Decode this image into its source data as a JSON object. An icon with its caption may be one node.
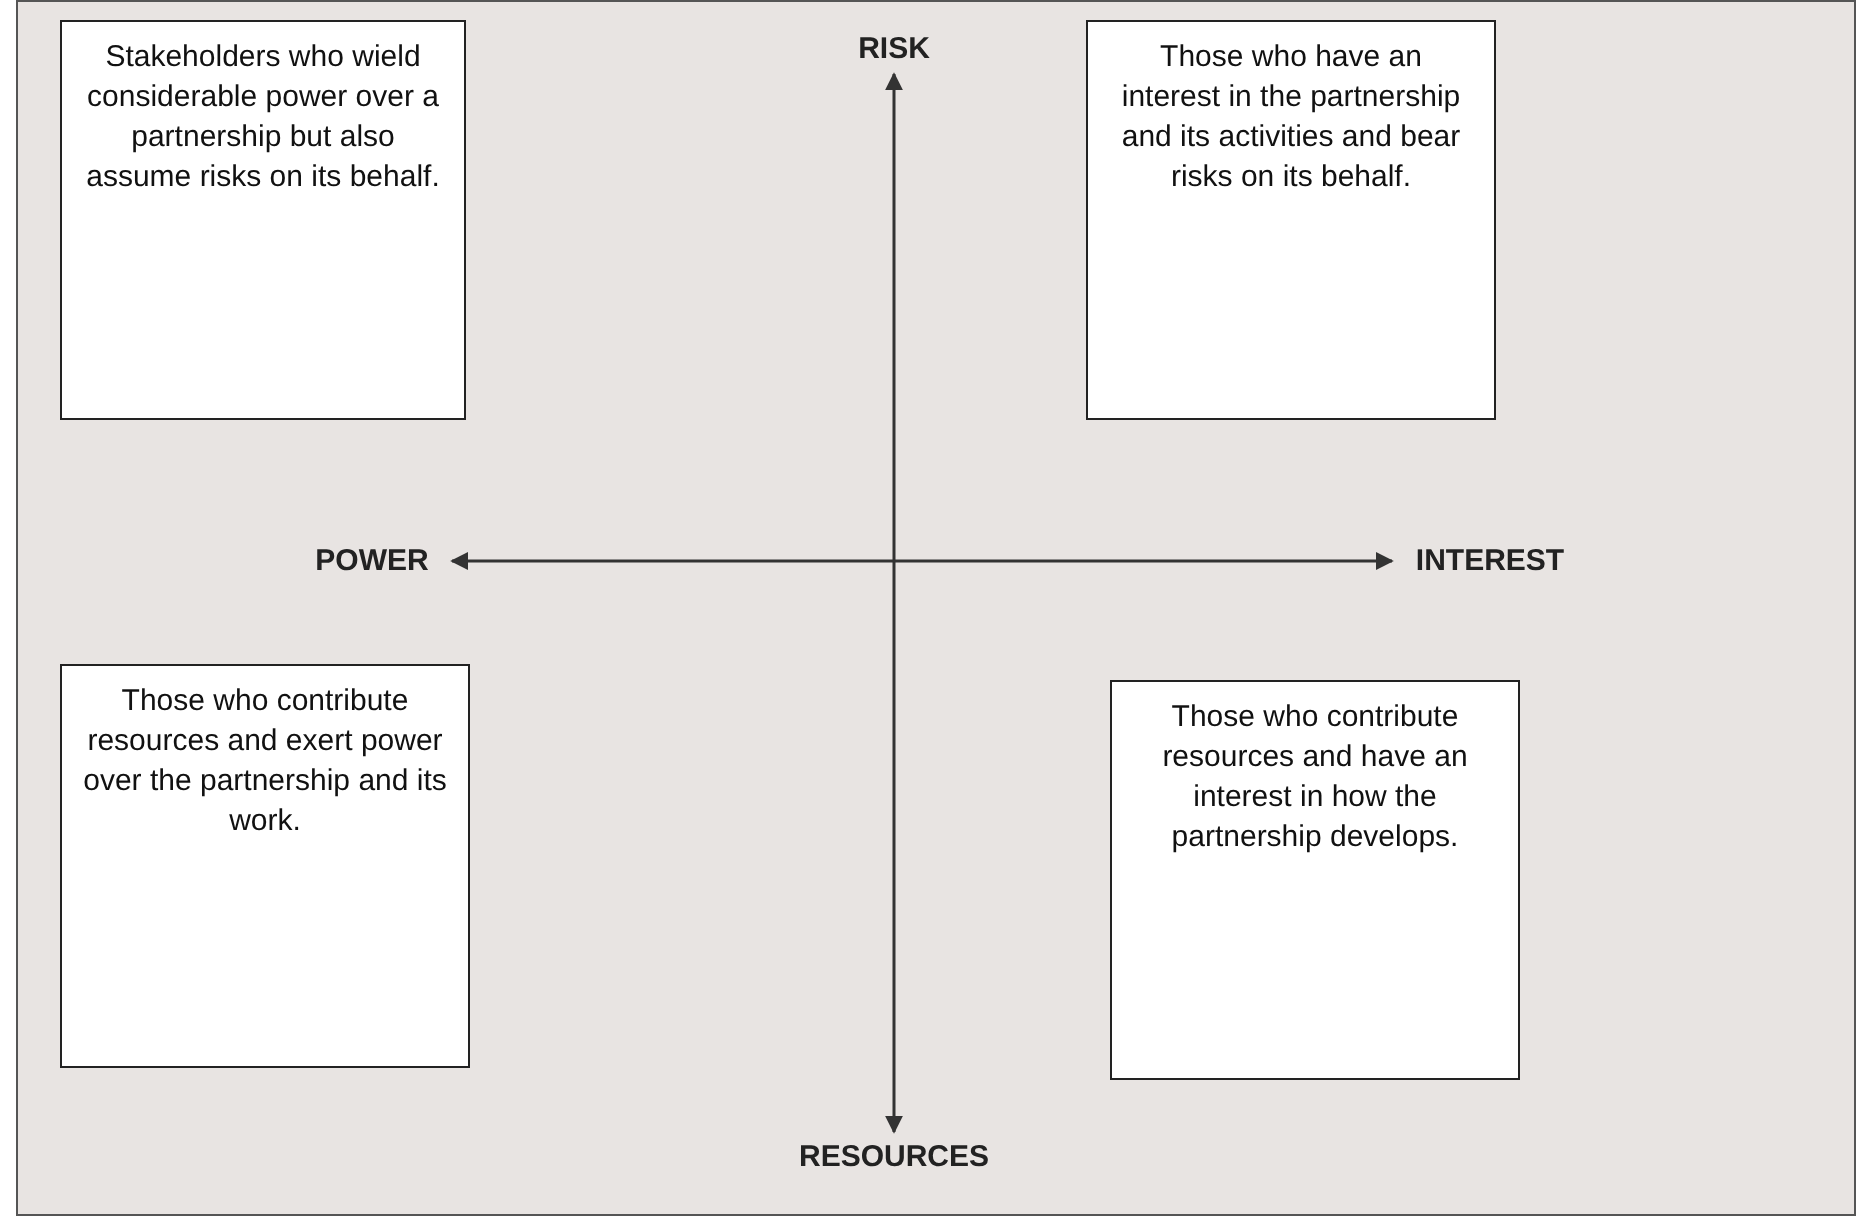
{
  "diagram": {
    "nodes": [
      {
        "text": [
          "Stakeholders who wield considerable power over a partnership but also assume risks on its behalf."
        ]
      },
      {
        "text": [
          "RISK"
        ]
      },
      {
        "text": [
          "Those who have an interest in the partnership and its activities and bear risks on its behalf."
        ]
      },
      {
        "text": [
          "POWER"
        ]
      },
      {
        "text": [
          "INTEREST"
        ]
      },
      {
        "text": [
          "Those who contribute resources and exert power over the partnership and its work."
        ]
      },
      {
        "text": [
          "Those who contribute resources and have an interest in how the partnership develops."
        ]
      },
      {
        "text": [
          "RESOURCES"
        ]
      }
    ],
    "edges": [
      {
        "from": 1,
        "to": 7,
        "arrow": "both"
      },
      {
        "from": 3,
        "to": 4,
        "arrow": "both"
      }
    ]
  }
}
